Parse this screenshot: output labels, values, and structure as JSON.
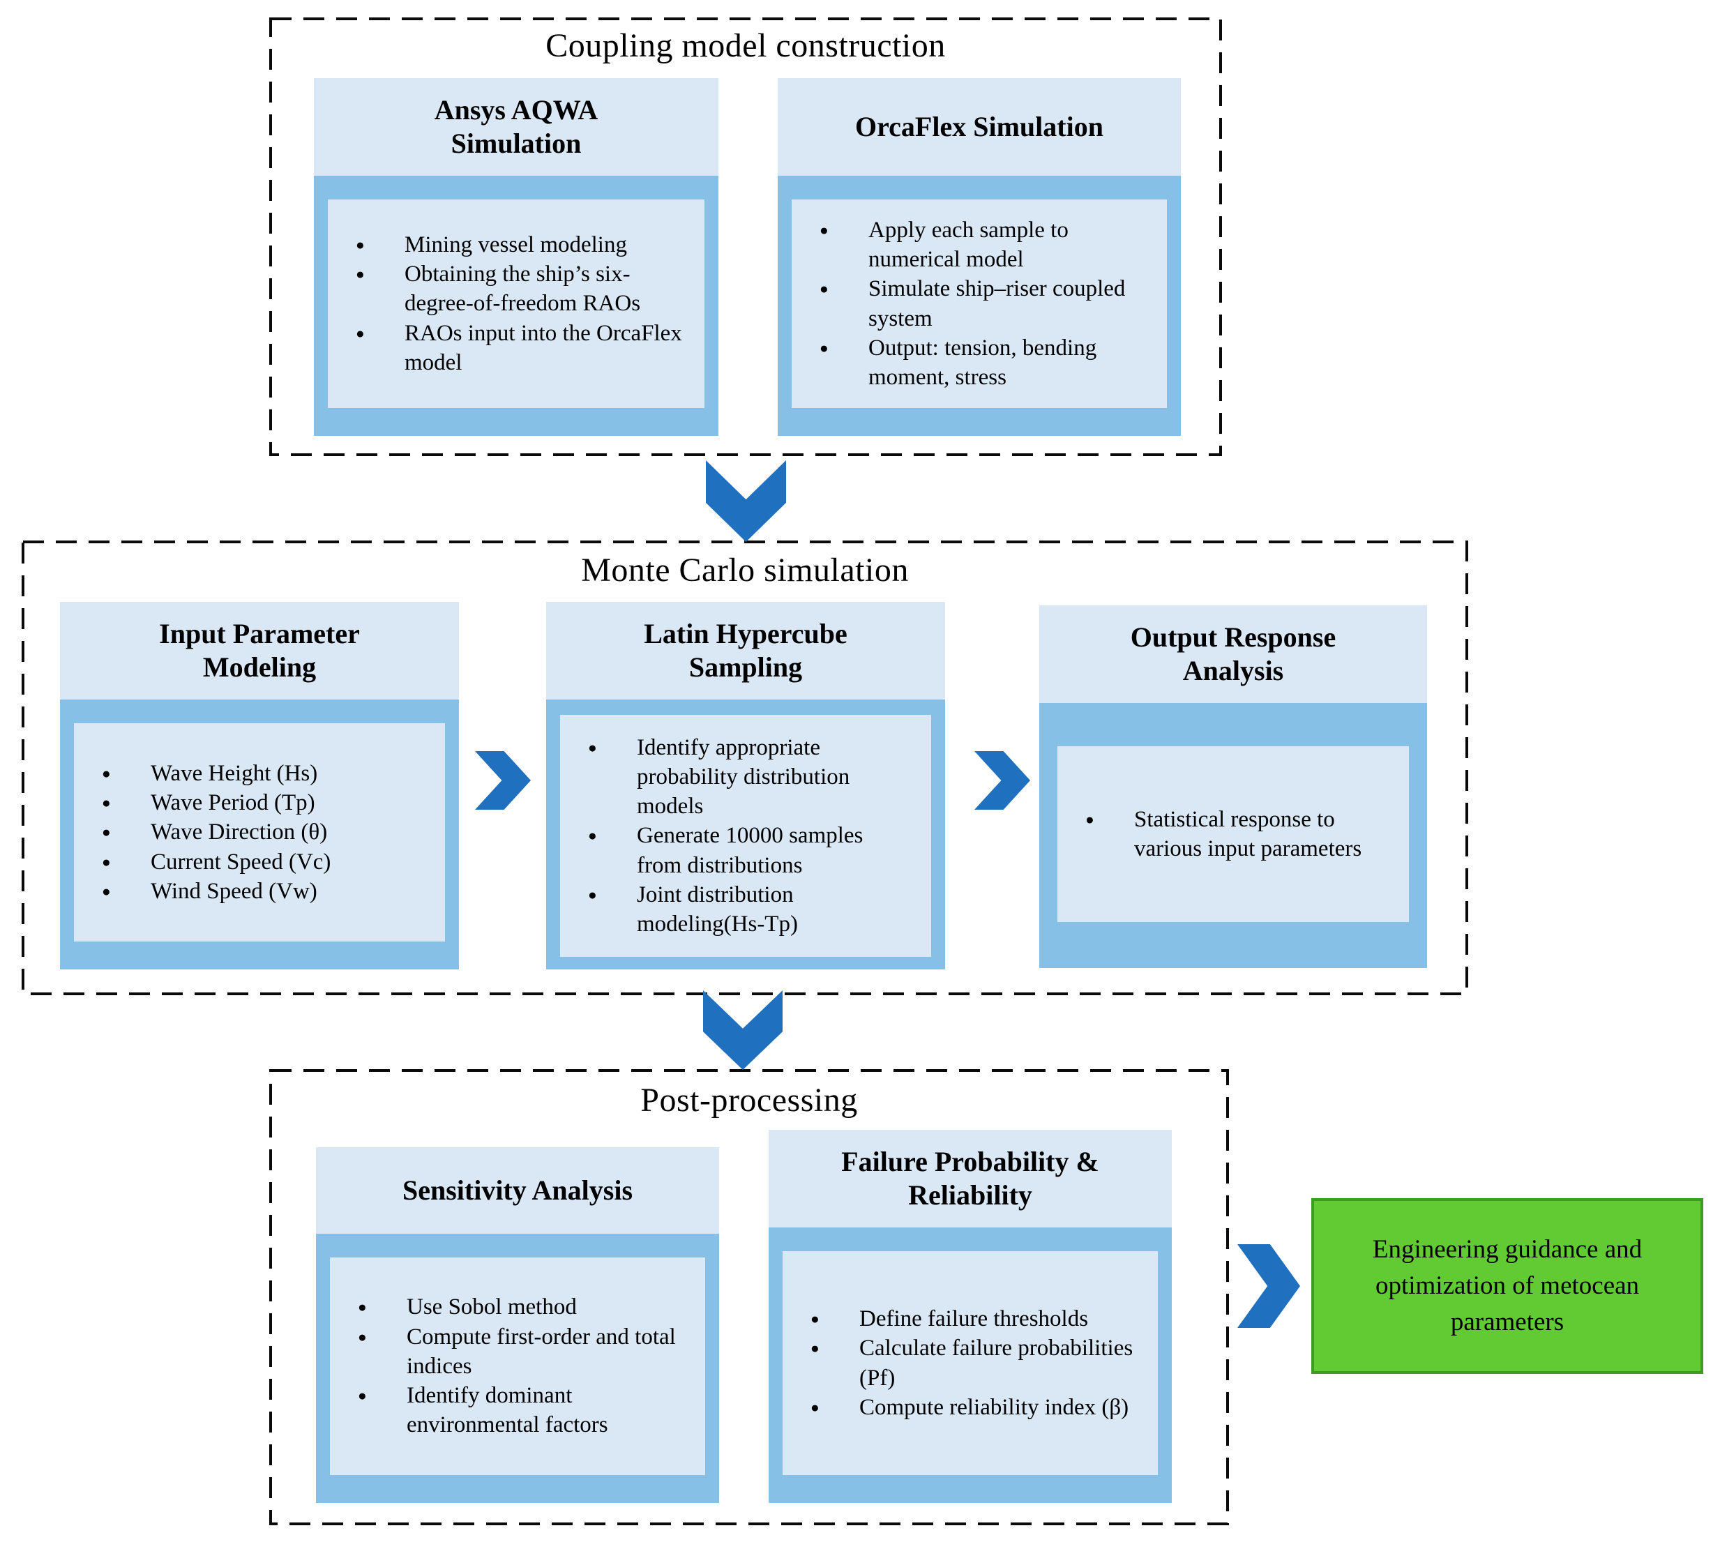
{
  "ui": {
    "bullet_glyph": "●"
  },
  "colors": {
    "header_blue": "#dae8f6",
    "body_blue": "#87c0e6",
    "arrow_blue": "#2070c0",
    "result_green": "#62cb33",
    "result_border_green": "#3d9d23",
    "border_black": "#0a0a0a"
  },
  "icons": {
    "down_arrow": "chevron-down-icon",
    "right_arrow": "chevron-right-icon"
  },
  "sections": [
    {
      "title": "Coupling model construction",
      "boxes": [
        {
          "title": "Ansys AQWA Simulation",
          "bullets": [
            "Mining vessel modeling",
            "Obtaining the ship’s six-degree-of-freedom RAOs",
            "RAOs input into the OrcaFlex model"
          ]
        },
        {
          "title": "OrcaFlex Simulation",
          "bullets": [
            "Apply each sample to numerical model",
            "Simulate ship–riser coupled system",
            "Output: tension, bending moment, stress"
          ]
        }
      ]
    },
    {
      "title": "Monte Carlo simulation",
      "boxes": [
        {
          "title": "Input Parameter Modeling",
          "bullets": [
            "Wave Height (Hs)",
            "Wave Period (Tp)",
            "Wave Direction (θ)",
            "Current Speed (Vc)",
            "Wind Speed (Vw)"
          ]
        },
        {
          "title": "Latin Hypercube Sampling",
          "bullets": [
            "Identify appropriate probability distribution models",
            "Generate 10000 samples from distributions",
            "Joint distribution modeling(Hs-Tp)"
          ]
        },
        {
          "title": "Output Response Analysis",
          "bullets": [
            "Statistical response to various input parameters"
          ]
        }
      ]
    },
    {
      "title": "Post-processing",
      "boxes": [
        {
          "title": "Sensitivity Analysis",
          "bullets": [
            "Use Sobol method",
            "Compute first-order and total indices",
            "Identify dominant environmental factors"
          ]
        },
        {
          "title": "Failure Probability & Reliability",
          "bullets": [
            "Define failure thresholds",
            "Calculate failure probabilities (Pf)",
            "Compute reliability index (β)"
          ]
        }
      ]
    }
  ],
  "result_box": {
    "text": "Engineering guidance and optimization of metocean parameters"
  }
}
